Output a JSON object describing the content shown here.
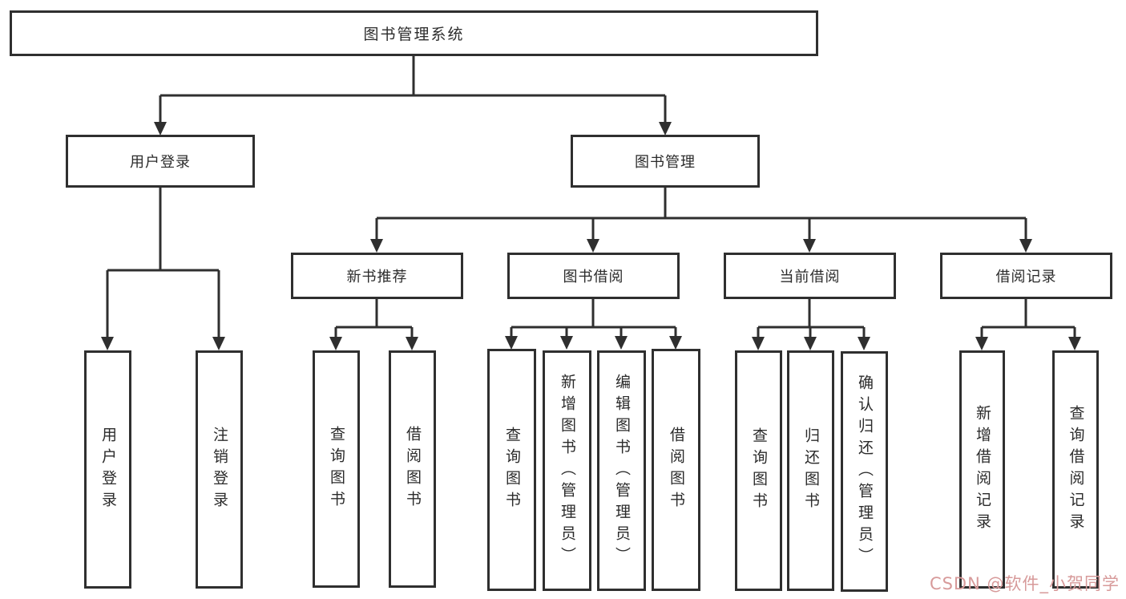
{
  "diagram": {
    "root": "图书管理系统",
    "level2": {
      "user_login": "用户登录",
      "book_management": "图书管理"
    },
    "level3": {
      "new_book_recommend": "新书推荐",
      "book_borrowing": "图书借阅",
      "current_borrowing": "当前借阅",
      "borrowing_records": "借阅记录"
    },
    "leaves": {
      "user_login": "用户登录",
      "logout": "注销登录",
      "recommend_query_books": "查询图书",
      "recommend_borrow_books": "借阅图书",
      "borrowing_query_books": "查询图书",
      "borrowing_add_books_admin": "新增图书（管理员）",
      "borrowing_edit_books_admin": "编辑图书（管理员）",
      "borrowing_borrow_books": "借阅图书",
      "current_query_books": "查询图书",
      "current_return_books": "归还图书",
      "current_confirm_return_admin": "确认归还（管理员）",
      "records_add_record": "新增借阅记录",
      "records_query_record": "查询借阅记录"
    }
  },
  "colors": {
    "line": "#2f2f2f",
    "box_border": "#2f2f2f",
    "text": "#2b2b2b",
    "background": "#ffffff",
    "watermark": "#d79a9a"
  },
  "watermark": {
    "text": "CSDN @软件_小贺同学"
  }
}
